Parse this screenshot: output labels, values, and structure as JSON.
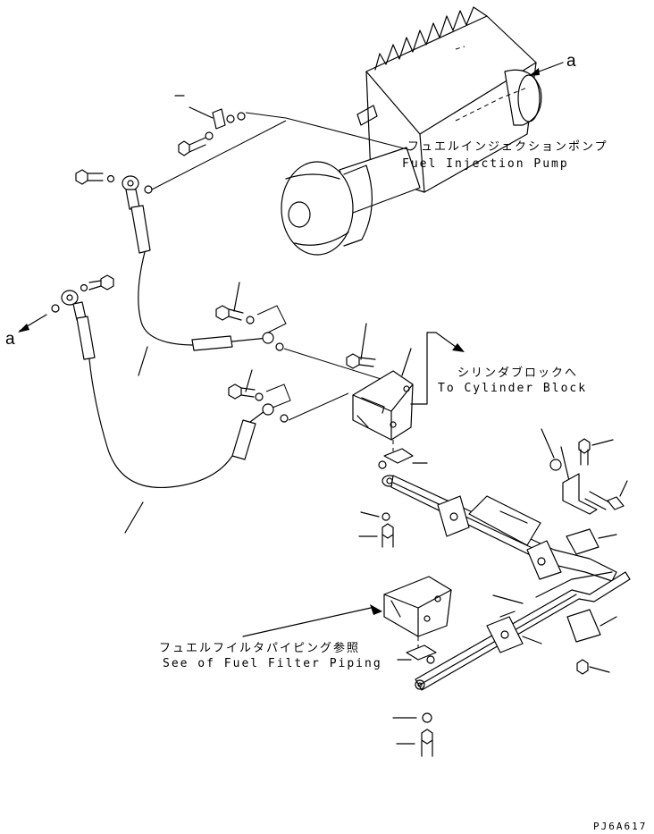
{
  "labels": {
    "pump_jp": "フュエルインジェクションポンプ",
    "pump_en": "Fuel Injection Pump",
    "cyl_jp": "シリンダブロックへ",
    "cyl_en": "To Cylinder Block",
    "filter_jp": "フュエルフイルタパイピング参照",
    "filter_en": "See of Fuel Filter Piping",
    "ref_a_top": "a",
    "ref_a_left": "a",
    "drawing_code": "PJ6A617"
  }
}
